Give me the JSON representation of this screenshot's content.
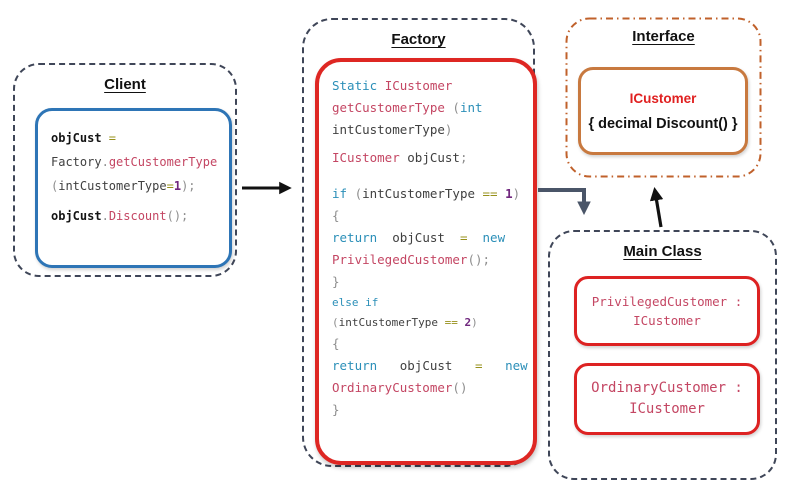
{
  "palette": {
    "client_border": "#2E75B6",
    "factory_border": "#DE2723",
    "interface_inner_border": "#C8793F",
    "interface_outer_border": "#C0612B",
    "class_border": "#DD2222",
    "group_dashed_border": "#3F4658",
    "arrow_black": "#111111",
    "arrow_slate": "#4A5568",
    "code_keyword": "#2B8FB8",
    "code_type": "#C44663",
    "code_operator": "#97901A",
    "code_number": "#70277E",
    "code_punct": "#8E8E8E",
    "code_identifier": "#404040",
    "interface_class_name_color": "#E02020"
  },
  "client": {
    "title": "Client",
    "code": [
      {
        "tokens": [
          [
            "objCust ",
            "bid"
          ],
          [
            "=",
            "op"
          ]
        ]
      },
      {
        "tokens": [
          [
            "Factory",
            "id"
          ],
          [
            ".",
            "pun"
          ],
          [
            "getCustomerType",
            "ty"
          ]
        ]
      },
      {
        "tokens": [
          [
            "(",
            "pun"
          ],
          [
            "intCustomerType",
            "id"
          ],
          [
            "=",
            "op"
          ],
          [
            "1",
            "num"
          ],
          [
            ");",
            "pun"
          ]
        ]
      },
      {
        "cls": "gap",
        "tokens": [
          [
            "objCust",
            "bid"
          ],
          [
            ".",
            "pun"
          ],
          [
            "Discount",
            "ty"
          ],
          [
            "();",
            "pun"
          ]
        ]
      }
    ]
  },
  "factory": {
    "title": "Factory",
    "code": [
      {
        "tokens": [
          [
            "Static ",
            "kw"
          ],
          [
            "ICustomer",
            "ty"
          ]
        ]
      },
      {
        "tokens": [
          [
            "getCustomerType ",
            "ty"
          ],
          [
            "(",
            "pun"
          ],
          [
            "int",
            "kw"
          ]
        ]
      },
      {
        "tokens": [
          [
            "intCustomerType",
            "id"
          ],
          [
            ")",
            "pun"
          ]
        ]
      },
      {
        "cls": "gap",
        "tokens": [
          [
            "ICustomer ",
            "ty"
          ],
          [
            "objCust",
            "id"
          ],
          [
            ";",
            "pun"
          ]
        ]
      },
      {
        "cls": "gap-lg",
        "tokens": [
          [
            "if ",
            "kw"
          ],
          [
            "(",
            "pun"
          ],
          [
            "intCustomerType ",
            "id"
          ],
          [
            "== ",
            "op"
          ],
          [
            "1",
            "num"
          ],
          [
            ")",
            "pun"
          ]
        ]
      },
      {
        "tokens": [
          [
            "{",
            "pun"
          ]
        ]
      },
      {
        "tokens": [
          [
            "return ",
            "kw"
          ],
          [
            " objCust ",
            "id"
          ],
          [
            " = ",
            "op"
          ],
          [
            " new",
            "kw"
          ]
        ]
      },
      {
        "tokens": [
          [
            "PrivilegedCustomer",
            "ty"
          ],
          [
            "();",
            "pun"
          ]
        ]
      },
      {
        "tokens": [
          [
            "}",
            "pun"
          ]
        ]
      },
      {
        "cls": "small",
        "tokens": [
          [
            "else if",
            "kw"
          ]
        ]
      },
      {
        "cls": "small",
        "tokens": [
          [
            "(",
            "pun"
          ],
          [
            "intCustomerType ",
            "id"
          ],
          [
            "== ",
            "op"
          ],
          [
            "2",
            "num"
          ],
          [
            ")",
            "pun"
          ]
        ]
      },
      {
        "tokens": [
          [
            "{",
            "pun"
          ]
        ]
      },
      {
        "tokens": [
          [
            "return ",
            "kw"
          ],
          [
            "  objCust ",
            "id"
          ],
          [
            "  = ",
            "op"
          ],
          [
            "  new",
            "kw"
          ]
        ]
      },
      {
        "tokens": [
          [
            "OrdinaryCustomer",
            "ty"
          ],
          [
            "()",
            "pun"
          ]
        ]
      },
      {
        "tokens": [
          [
            "}",
            "pun"
          ]
        ]
      }
    ]
  },
  "interface": {
    "title": "Interface",
    "class_name": "ICustomer",
    "signature": "{ decimal Discount() }"
  },
  "main_class": {
    "title": "Main Class",
    "classes": [
      {
        "name": "PrivilegedCustomer :",
        "implements": "ICustomer"
      },
      {
        "name": "OrdinaryCustomer :",
        "implements": "ICustomer"
      }
    ]
  }
}
